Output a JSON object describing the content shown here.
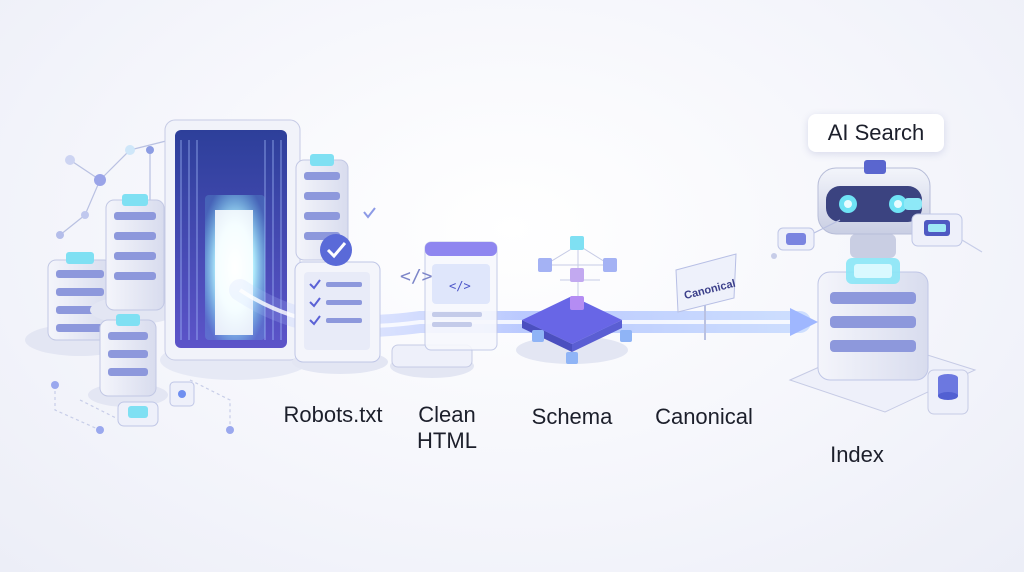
{
  "diagram": {
    "steps": [
      {
        "id": "robots",
        "label": "Robots.txt"
      },
      {
        "id": "clean-html",
        "label_line1": "Clean",
        "label_line2": "HTML"
      },
      {
        "id": "schema",
        "label": "Schema"
      },
      {
        "id": "canonical",
        "label": "Canonical"
      },
      {
        "id": "index",
        "label": "Index"
      }
    ],
    "badge": "AI Search",
    "canonical_sign": "Canonical",
    "code_glyph": "</>",
    "colors": {
      "accent": "#6d6cf0",
      "accent_light": "#9fb8ff",
      "glow": "#7fe6f5",
      "panel": "#e9ecf7",
      "panel_dark": "#c8cde6",
      "text": "#1c1f2b"
    }
  }
}
